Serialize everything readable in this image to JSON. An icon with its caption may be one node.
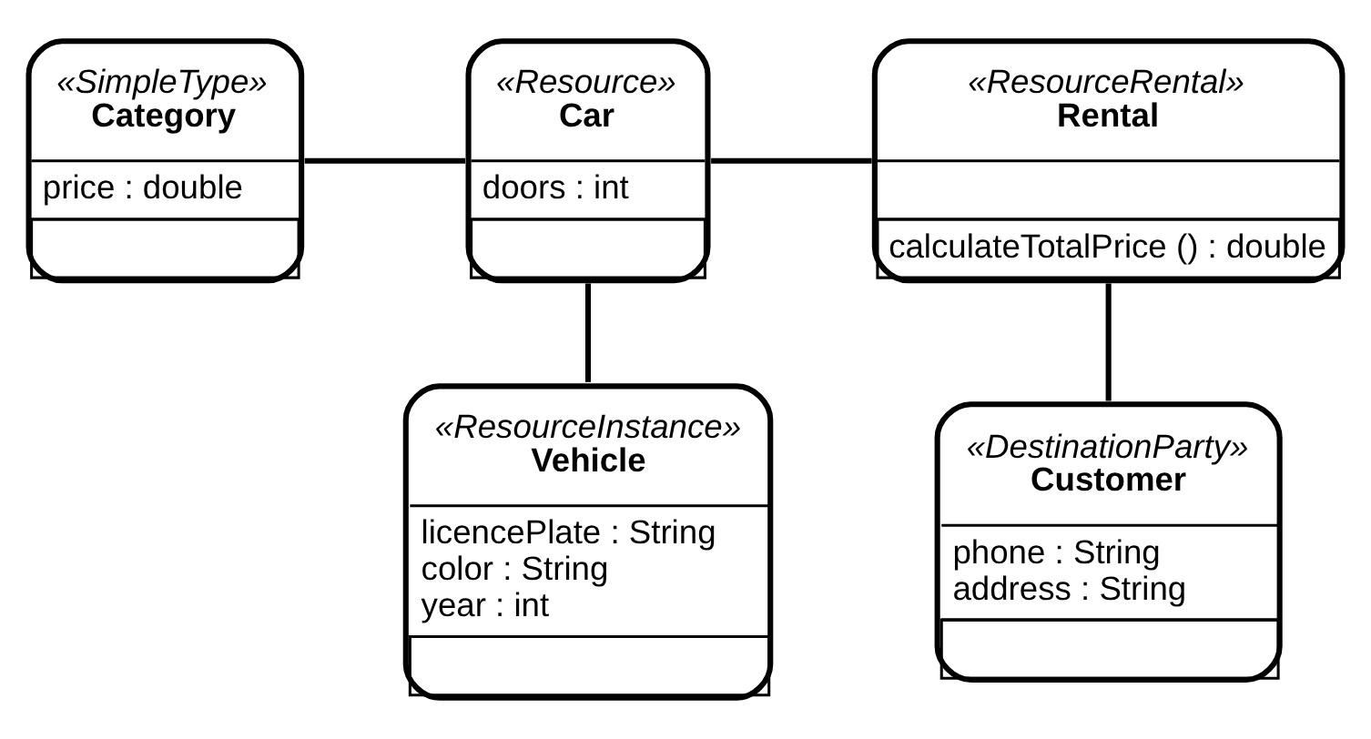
{
  "diagram": {
    "nodes": [
      {
        "text": [
          "«SimpleType»",
          "Category",
          "price : double"
        ]
      },
      {
        "text": [
          "«Resource»",
          "Car",
          "doors : int"
        ]
      },
      {
        "text": [
          "«ResourceRental»",
          "Rental",
          "calculateTotalPrice () : double"
        ]
      },
      {
        "text": [
          "«ResourceInstance»",
          "Vehicle",
          "licencePlate : String",
          "color : String",
          "year : int"
        ]
      },
      {
        "text": [
          "«DestinationParty»",
          "Customer",
          "phone : String",
          "address : String"
        ]
      }
    ],
    "edges": [
      {
        "from": 0,
        "to": 1,
        "arrow": "none"
      },
      {
        "from": 1,
        "to": 2,
        "arrow": "none"
      },
      {
        "from": 1,
        "to": 3,
        "arrow": "none"
      },
      {
        "from": 2,
        "to": 4,
        "arrow": "none"
      }
    ]
  }
}
